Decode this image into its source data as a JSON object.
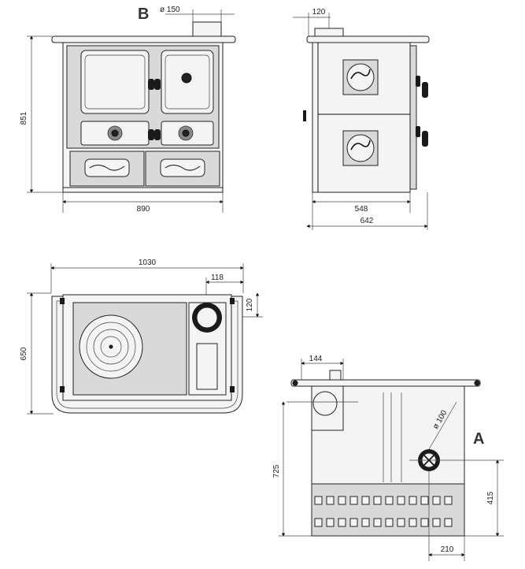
{
  "labels": {
    "view_b": "B",
    "view_a": "A"
  },
  "dimensions": {
    "front_flue_diameter": "ø  150",
    "front_height": "851",
    "front_width": "890",
    "side_flue_offset": "120",
    "side_body_depth": "548",
    "side_total_depth": "642",
    "top_width": "1030",
    "top_depth": "650",
    "top_flue_x": "118",
    "top_flue_y": "120",
    "rear_flue_width": "144",
    "rear_outlet_diameter": "ø 100",
    "rear_top_height": "725",
    "rear_outlet_height": "415",
    "rear_outlet_x": "210"
  },
  "colors": {
    "line": "#111111",
    "fill_light": "#f4f4f4",
    "fill_grey": "#d9d9d9",
    "fill_dark": "#1a1a1a"
  }
}
